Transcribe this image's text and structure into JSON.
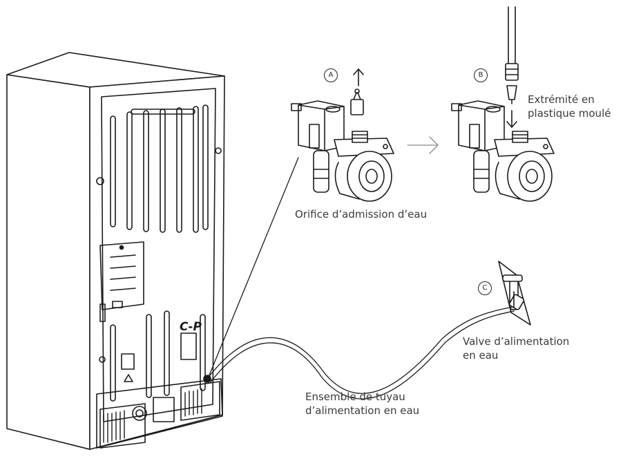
{
  "steps": {
    "a": "A",
    "b": "B",
    "c": "C"
  },
  "labels": {
    "inlet": "Orifice d’admission d’eau",
    "molded_tip_1": "Extrémité en",
    "molded_tip_2": "plastique moulé",
    "supply_valve_1": "Valve d’alimentation",
    "supply_valve_2": "en eau",
    "line_kit_1": "Ensemble de tuyau",
    "line_kit_2": "d’alimentation en eau"
  },
  "colors": {
    "line": "#1a1a1a",
    "panel": "#ffffff",
    "text": "#3a3a3a",
    "arrow": "#888888"
  }
}
